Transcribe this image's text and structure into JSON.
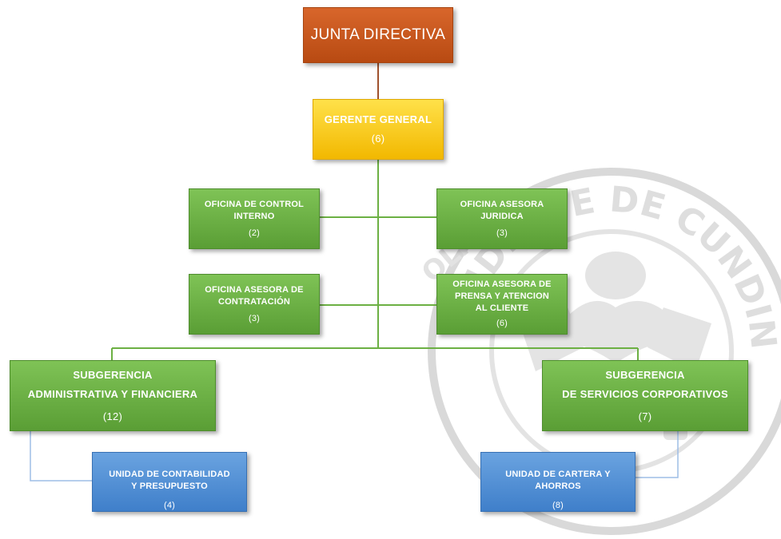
{
  "org_chart": {
    "junta": {
      "title": "JUNTA DIRECTIVA"
    },
    "gerente": {
      "title": "GERENTE GENERAL",
      "count": "(6)"
    },
    "control_interno": {
      "line1": "OFICINA DE CONTROL",
      "line2": "INTERNO",
      "count": "(2)"
    },
    "asesora_juridica": {
      "line1": "OFICINA ASESORA",
      "line2": "JURIDICA",
      "count": "(3)"
    },
    "asesora_contratacion": {
      "line1": "OFICINA ASESORA DE",
      "line2": "CONTRATACIÓN",
      "count": "(3)"
    },
    "asesora_prensa": {
      "line1": "OFICINA ASESORA DE",
      "line2": "PRENSA Y ATENCION",
      "line3": "AL CLIENTE",
      "count": "(6)"
    },
    "sub_administrativa": {
      "line1": "SUBGERENCIA",
      "line2": "ADMINISTRATIVA Y FINANCIERA",
      "count": "(12)"
    },
    "sub_servicios": {
      "line1": "SUBGERENCIA",
      "line2": "DE SERVICIOS CORPORATIVOS",
      "count": "(7)"
    },
    "unidad_contabilidad": {
      "line1": "UNIDAD DE CONTABILIDAD",
      "line2": "Y PRESUPUESTO",
      "count": "(4)"
    },
    "unidad_cartera": {
      "line1": "UNIDAD DE CARTERA Y",
      "line2": "AHORROS",
      "count": "(8)"
    }
  },
  "watermark": {
    "text_top": "INDEPTE DE CUNDINA",
    "text_left": "OLI"
  },
  "colors": {
    "junta": "#c95a1f",
    "gerente": "#f7c800",
    "oficinas": "#6cb043",
    "unidades": "#4f8fd6",
    "connector_main": "#a0522d",
    "connector_green": "#6cb043",
    "connector_blue": "#9dbde6"
  }
}
